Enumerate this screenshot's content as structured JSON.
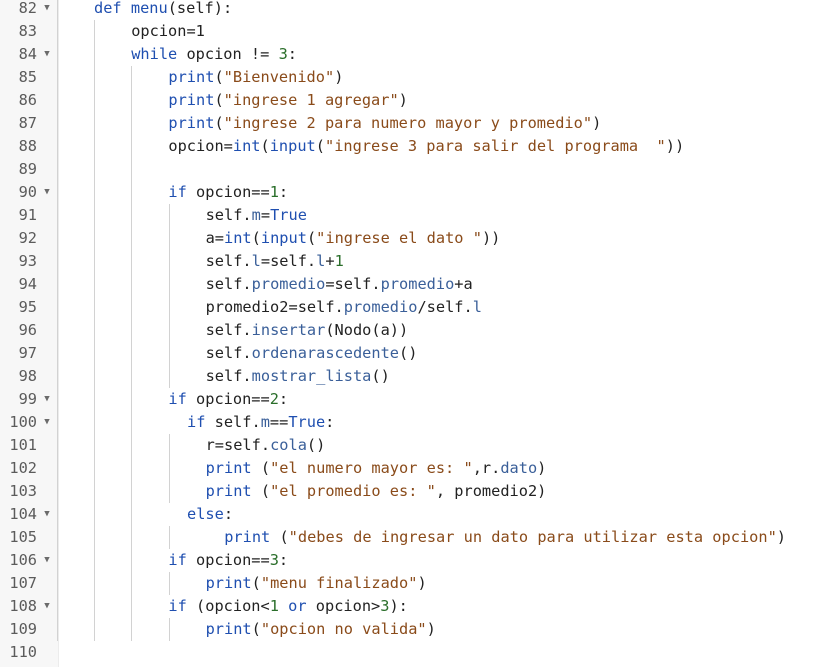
{
  "lines": [
    {
      "n": "82",
      "fold": true,
      "indent": 1,
      "tokens": [
        [
          "kw",
          "def"
        ],
        [
          "t",
          " "
        ],
        [
          "fn",
          "menu"
        ],
        [
          "t",
          "(self):"
        ]
      ]
    },
    {
      "n": "83",
      "fold": false,
      "indent": 2,
      "tokens": [
        [
          "t",
          "opcion=1"
        ]
      ]
    },
    {
      "n": "84",
      "fold": true,
      "indent": 2,
      "tokens": [
        [
          "kw",
          "while"
        ],
        [
          "t",
          " opcion != "
        ],
        [
          "num",
          "3"
        ],
        [
          "t",
          ":"
        ]
      ]
    },
    {
      "n": "85",
      "fold": false,
      "indent": 3,
      "tokens": [
        [
          "kw",
          "print"
        ],
        [
          "t",
          "("
        ],
        [
          "str",
          "\"Bienvenido\""
        ],
        [
          "t",
          ")"
        ]
      ]
    },
    {
      "n": "86",
      "fold": false,
      "indent": 3,
      "tokens": [
        [
          "kw",
          "print"
        ],
        [
          "t",
          "("
        ],
        [
          "str",
          "\"ingrese 1 agregar\""
        ],
        [
          "t",
          ")"
        ]
      ]
    },
    {
      "n": "87",
      "fold": false,
      "indent": 3,
      "tokens": [
        [
          "kw",
          "print"
        ],
        [
          "t",
          "("
        ],
        [
          "str",
          "\"ingrese 2 para numero mayor y promedio\""
        ],
        [
          "t",
          ")"
        ]
      ]
    },
    {
      "n": "88",
      "fold": false,
      "indent": 3,
      "tokens": [
        [
          "t",
          "opcion="
        ],
        [
          "kw",
          "int"
        ],
        [
          "t",
          "("
        ],
        [
          "kw",
          "input"
        ],
        [
          "t",
          "("
        ],
        [
          "str",
          "\"ingrese 3 para salir del programa  \""
        ],
        [
          "t",
          "))"
        ]
      ]
    },
    {
      "n": "89",
      "fold": false,
      "indent": 3,
      "tokens": []
    },
    {
      "n": "90",
      "fold": true,
      "indent": 3,
      "tokens": [
        [
          "kw",
          "if"
        ],
        [
          "t",
          " opcion=="
        ],
        [
          "num",
          "1"
        ],
        [
          "t",
          ":"
        ]
      ]
    },
    {
      "n": "91",
      "fold": false,
      "indent": 4,
      "tokens": [
        [
          "t",
          "self."
        ],
        [
          "attr",
          "m"
        ],
        [
          "t",
          "="
        ],
        [
          "kw",
          "True"
        ]
      ]
    },
    {
      "n": "92",
      "fold": false,
      "indent": 4,
      "tokens": [
        [
          "t",
          "a="
        ],
        [
          "kw",
          "int"
        ],
        [
          "t",
          "("
        ],
        [
          "kw",
          "input"
        ],
        [
          "t",
          "("
        ],
        [
          "str",
          "\"ingrese el dato \""
        ],
        [
          "t",
          "))"
        ]
      ]
    },
    {
      "n": "93",
      "fold": false,
      "indent": 4,
      "tokens": [
        [
          "t",
          "self."
        ],
        [
          "attr",
          "l"
        ],
        [
          "t",
          "=self."
        ],
        [
          "attr",
          "l"
        ],
        [
          "t",
          "+"
        ],
        [
          "num",
          "1"
        ]
      ]
    },
    {
      "n": "94",
      "fold": false,
      "indent": 4,
      "tokens": [
        [
          "t",
          "self."
        ],
        [
          "attr",
          "promedio"
        ],
        [
          "t",
          "=self."
        ],
        [
          "attr",
          "promedio"
        ],
        [
          "t",
          "+a"
        ]
      ]
    },
    {
      "n": "95",
      "fold": false,
      "indent": 4,
      "tokens": [
        [
          "t",
          "promedio2=self."
        ],
        [
          "attr",
          "promedio"
        ],
        [
          "t",
          "/self."
        ],
        [
          "attr",
          "l"
        ]
      ]
    },
    {
      "n": "96",
      "fold": false,
      "indent": 4,
      "tokens": [
        [
          "t",
          "self."
        ],
        [
          "attr",
          "insertar"
        ],
        [
          "t",
          "(Nodo(a))"
        ]
      ]
    },
    {
      "n": "97",
      "fold": false,
      "indent": 4,
      "tokens": [
        [
          "t",
          "self."
        ],
        [
          "attr",
          "ordenarascedente"
        ],
        [
          "t",
          "()"
        ]
      ]
    },
    {
      "n": "98",
      "fold": false,
      "indent": 4,
      "tokens": [
        [
          "t",
          "self."
        ],
        [
          "attr",
          "mostrar_lista"
        ],
        [
          "t",
          "()"
        ]
      ]
    },
    {
      "n": "99",
      "fold": true,
      "indent": 3,
      "tokens": [
        [
          "kw",
          "if"
        ],
        [
          "t",
          " opcion=="
        ],
        [
          "num",
          "2"
        ],
        [
          "t",
          ":"
        ]
      ]
    },
    {
      "n": "100",
      "fold": true,
      "indent": 3.5,
      "tokens": [
        [
          "kw",
          "if"
        ],
        [
          "t",
          " self."
        ],
        [
          "attr",
          "m"
        ],
        [
          "t",
          "=="
        ],
        [
          "kw",
          "True"
        ],
        [
          "t",
          ":"
        ]
      ]
    },
    {
      "n": "101",
      "fold": false,
      "indent": 4,
      "tokens": [
        [
          "t",
          "r=self."
        ],
        [
          "attr",
          "cola"
        ],
        [
          "t",
          "()"
        ]
      ]
    },
    {
      "n": "102",
      "fold": false,
      "indent": 4,
      "tokens": [
        [
          "kw",
          "print"
        ],
        [
          "t",
          " ("
        ],
        [
          "str",
          "\"el numero mayor es: \""
        ],
        [
          "t",
          ",r."
        ],
        [
          "attr",
          "dato"
        ],
        [
          "t",
          ")"
        ]
      ]
    },
    {
      "n": "103",
      "fold": false,
      "indent": 4,
      "tokens": [
        [
          "kw",
          "print"
        ],
        [
          "t",
          " ("
        ],
        [
          "str",
          "\"el promedio es: \""
        ],
        [
          "t",
          ", promedio2)"
        ]
      ]
    },
    {
      "n": "104",
      "fold": true,
      "indent": 3.5,
      "tokens": [
        [
          "kw",
          "else"
        ],
        [
          "t",
          ":"
        ]
      ]
    },
    {
      "n": "105",
      "fold": false,
      "indent": 4.5,
      "tokens": [
        [
          "kw",
          "print"
        ],
        [
          "t",
          " ("
        ],
        [
          "str",
          "\"debes de ingresar un dato para utilizar esta opcion\""
        ],
        [
          "t",
          ")"
        ]
      ]
    },
    {
      "n": "106",
      "fold": true,
      "indent": 3,
      "tokens": [
        [
          "kw",
          "if"
        ],
        [
          "t",
          " opcion=="
        ],
        [
          "num",
          "3"
        ],
        [
          "t",
          ":"
        ]
      ]
    },
    {
      "n": "107",
      "fold": false,
      "indent": 4,
      "tokens": [
        [
          "kw",
          "print"
        ],
        [
          "t",
          "("
        ],
        [
          "str",
          "\"menu finalizado\""
        ],
        [
          "t",
          ")"
        ]
      ]
    },
    {
      "n": "108",
      "fold": true,
      "indent": 3,
      "tokens": [
        [
          "kw",
          "if"
        ],
        [
          "t",
          " (opcion<"
        ],
        [
          "num",
          "1"
        ],
        [
          "t",
          " "
        ],
        [
          "kw",
          "or"
        ],
        [
          "t",
          " opcion>"
        ],
        [
          "num",
          "3"
        ],
        [
          "t",
          "):"
        ]
      ]
    },
    {
      "n": "109",
      "fold": false,
      "indent": 4,
      "tokens": [
        [
          "kw",
          "print"
        ],
        [
          "t",
          "("
        ],
        [
          "str",
          "\"opcion no valida\""
        ],
        [
          "t",
          ")"
        ]
      ]
    },
    {
      "n": "110",
      "fold": false,
      "indent": 0,
      "tokens": []
    }
  ],
  "fold_icon": "fold-arrow-down-icon",
  "colors": {
    "keyword": "#1f4fb0",
    "string": "#8a4b1a",
    "number": "#2a6e2a",
    "attribute": "#3a5f99",
    "line_number": "#5b5b5b"
  }
}
